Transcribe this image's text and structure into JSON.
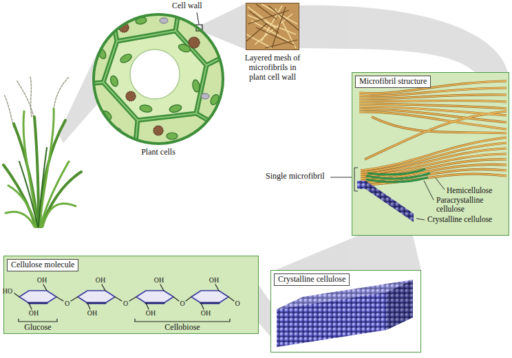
{
  "diagram": {
    "nodes": [
      {
        "text": [
          "Plant cells"
        ]
      },
      {
        "text": [
          "Layered mesh of microfibrils in plant cell wall"
        ]
      },
      {
        "text": [
          "Microfibril structure"
        ]
      },
      {
        "text": [
          "Cellulose molecule"
        ]
      },
      {
        "text": [
          "Crystalline cellulose"
        ]
      }
    ],
    "labels": [
      "Cell wall",
      "Single microfibril",
      "Hemicellulose",
      "Paracrystalline cellulose",
      "Crystalline cellulose",
      "Glucose",
      "Cellobiose",
      "HO",
      "OH",
      "OH",
      "O",
      "OH",
      "OH",
      "O",
      "OH",
      "OH",
      "O",
      "OH",
      "OH",
      "O"
    ]
  }
}
